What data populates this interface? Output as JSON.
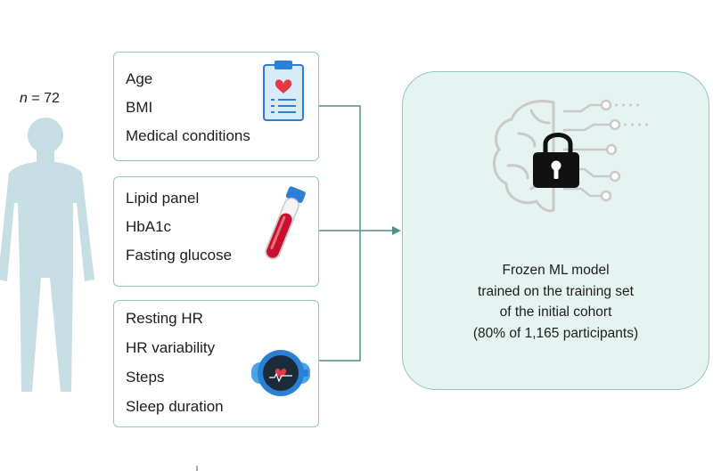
{
  "sample_size": {
    "label": "n",
    "value": "= 72"
  },
  "input_groups": [
    {
      "items": [
        "Age",
        "BMI",
        "Medical conditions"
      ],
      "icon": "clipboard-icon"
    },
    {
      "items": [
        "Lipid panel",
        "HbA1c",
        "Fasting glucose"
      ],
      "icon": "blood-tube-icon"
    },
    {
      "items": [
        "Resting HR",
        "HR variability",
        "Steps",
        "Sleep duration"
      ],
      "icon": "smartwatch-icon"
    }
  ],
  "model": {
    "lines": [
      "Frozen ML model",
      "trained on the training set",
      "of the initial cohort",
      "(80% of 1,165 participants)"
    ],
    "icon": "locked-brain-icon"
  },
  "colors": {
    "accent": "#8fc9bf",
    "connector": "#4f8f86",
    "model_fill": "#e6f4f1",
    "silhouette": "#c6dde3",
    "heart": "#e63946",
    "watch": "#2b7fd4"
  }
}
